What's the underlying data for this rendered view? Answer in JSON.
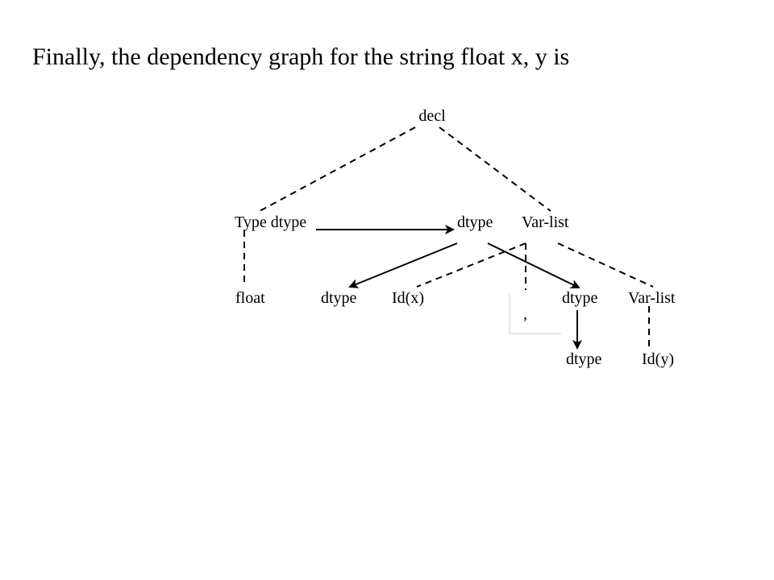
{
  "title": "Finally, the dependency graph for the string float x, y is",
  "nodes": {
    "decl": "decl",
    "type_dtype": "Type dtype",
    "dtype_top": "dtype",
    "varlist_top": "Var-list",
    "float": "float",
    "dtype_left": "dtype",
    "idx": "Id(x)",
    "comma": ",",
    "dtype_mid": "dtype",
    "varlist_mid": "Var-list",
    "dtype_bottom": "dtype",
    "idy": "Id(y)"
  }
}
